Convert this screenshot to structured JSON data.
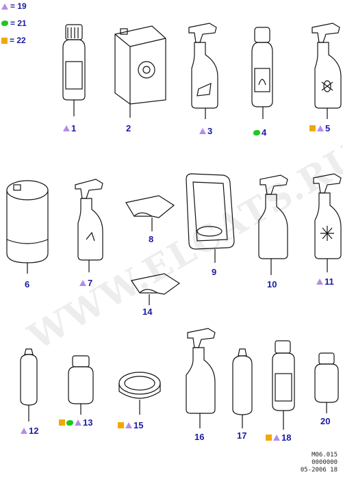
{
  "legend": [
    {
      "symbol": "triangle",
      "text": "= 19"
    },
    {
      "symbol": "blob",
      "text": "= 21"
    },
    {
      "symbol": "square",
      "text": "= 22"
    }
  ],
  "parts": {
    "p1": {
      "number": "1"
    },
    "p2": {
      "number": "2"
    },
    "p3": {
      "number": "3"
    },
    "p4": {
      "number": "4"
    },
    "p5": {
      "number": "5"
    },
    "p6": {
      "number": "6"
    },
    "p7": {
      "number": "7"
    },
    "p8": {
      "number": "8"
    },
    "p9": {
      "number": "9"
    },
    "p10": {
      "number": "10"
    },
    "p11": {
      "number": "11"
    },
    "p12": {
      "number": "12"
    },
    "p13": {
      "number": "13"
    },
    "p14": {
      "number": "14"
    },
    "p15": {
      "number": "15"
    },
    "p16": {
      "number": "16"
    },
    "p17": {
      "number": "17"
    },
    "p18": {
      "number": "18"
    },
    "p20": {
      "number": "20"
    }
  },
  "watermark": "WWW.ELCATS.RU",
  "footer": {
    "line1": "M06.015",
    "line2": "0000000",
    "line3": "05-2006 18"
  },
  "colors": {
    "label": "#1a1aa0",
    "triangle": "#b58ce8",
    "square": "#f2a800",
    "blob": "#1ec81e"
  }
}
